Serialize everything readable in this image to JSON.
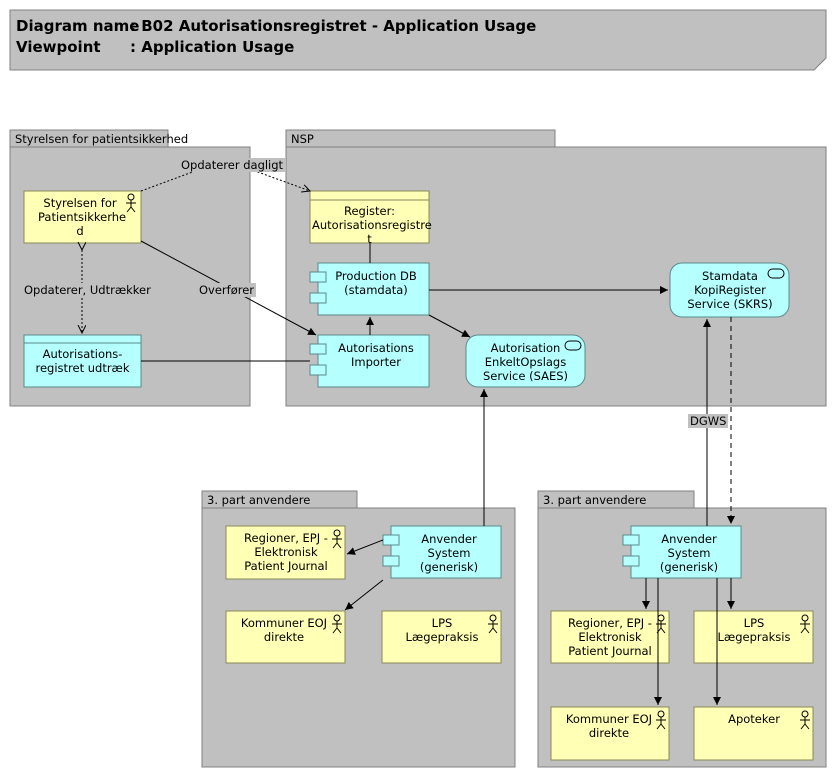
{
  "header": {
    "diagram_name_label": "Diagram name",
    "diagram_name_value": ": B02 Autorisationsregistret - Application Usage",
    "viewpoint_label": "Viewpoint",
    "viewpoint_value": ": Application Usage"
  },
  "groups": {
    "sps": "Styrelsen for patientsikkerhed",
    "nsp": "NSP",
    "third_left": "3. part anvendere",
    "third_right": "3. part anvendere"
  },
  "nodes": {
    "sps_actor": "Styrelsen for Patientsikkerhe d",
    "extract": "Autorisations- registret udtræk",
    "register": "Register: Autorisationsregistre t",
    "production_db": "Production DB (stamdata)",
    "importer": "Autorisations Importer",
    "saes": "Autorisation EnkeltOpslags Service (SAES)",
    "skrs": "Stamdata KopiRegister Service (SKRS)",
    "left_system": "Anvender System (generisk)",
    "left_regioner": "Regioner, EPJ - Elektronisk Patient Journal",
    "left_kommuner": "Kommuner EOJ direkte",
    "left_lps": "LPS Lægepraksis",
    "right_system": "Anvender System (generisk)",
    "right_regioner": "Regioner, EPJ - Elektronisk Patient Journal",
    "right_lps": "LPS Lægepraksis",
    "right_kommuner": "Kommuner EOJ direkte",
    "right_apoteker": "Apoteker"
  },
  "edge_labels": {
    "opdaterer_dagligt": "Opdaterer dagligt",
    "opdaterer_udtraekker": "Opdaterer, Udtrækker",
    "overforer": "Overfører",
    "dgws": "DGWS"
  },
  "colors": {
    "group_fill": "#c0c0c0",
    "business_fill": "#ffffb5",
    "application_fill": "#b5ffff",
    "stroke": "#5c5c5c"
  }
}
